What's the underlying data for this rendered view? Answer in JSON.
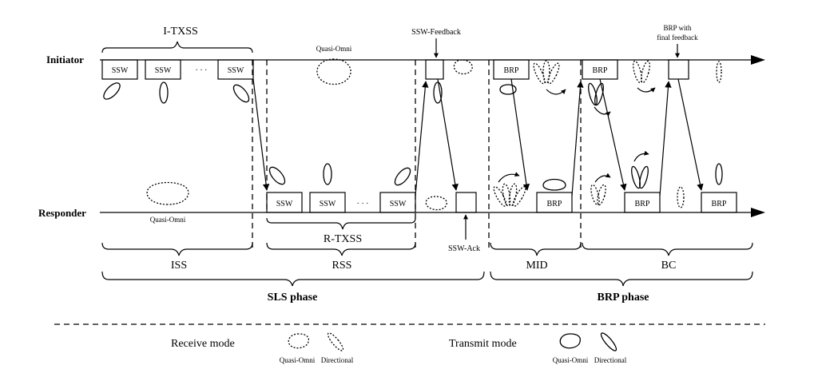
{
  "roles": {
    "initiator": "Initiator",
    "responder": "Responder"
  },
  "frames": {
    "ssw": "SSW",
    "brp": "BRP",
    "ellipsis": "· · ·"
  },
  "annotations": {
    "i_txss": "I-TXSS",
    "r_txss": "R-TXSS",
    "quasi_omni": "Quasi-Omni",
    "ssw_feedback": "SSW-Feedback",
    "ssw_ack": "SSW-Ack",
    "brp_final_line1": "BRP with",
    "brp_final_line2": "final feedback"
  },
  "subphases": {
    "iss": "ISS",
    "rss": "RSS",
    "mid": "MID",
    "bc": "BC"
  },
  "phases": {
    "sls": "SLS phase",
    "brp": "BRP phase"
  },
  "legend": {
    "receive_mode": "Receive mode",
    "transmit_mode": "Transmit mode",
    "quasi_omni": "Quasi-Omni",
    "directional": "Directional"
  }
}
